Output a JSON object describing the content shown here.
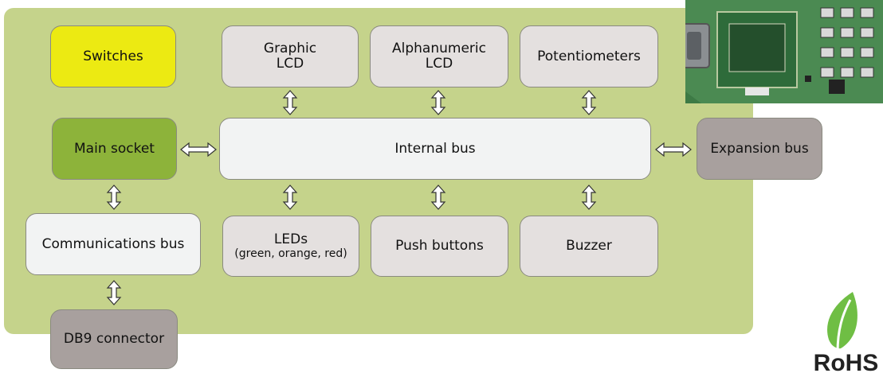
{
  "blocks": {
    "switches": "Switches",
    "graphic_lcd": [
      "Graphic",
      "LCD"
    ],
    "alphanumeric_lcd": [
      "Alphanumeric",
      "LCD"
    ],
    "potentiometers": "Potentiometers",
    "main_socket": "Main socket",
    "internal_bus": "Internal bus",
    "expansion_bus": "Expansion bus",
    "communications_bus": "Communications bus",
    "leds": [
      "LEDs",
      "(green, orange, red)"
    ],
    "push_buttons": "Push buttons",
    "buzzer": "Buzzer",
    "db9_connector": "DB9 connector"
  },
  "logo": {
    "text": "RoHS"
  },
  "colors": {
    "panel": "#c5d38b",
    "switches": "#ecea12",
    "main_socket": "#8db33a",
    "gray_block": "#e4e0df",
    "dark_block": "#a8a09e",
    "white_block": "#f2f3f3"
  }
}
